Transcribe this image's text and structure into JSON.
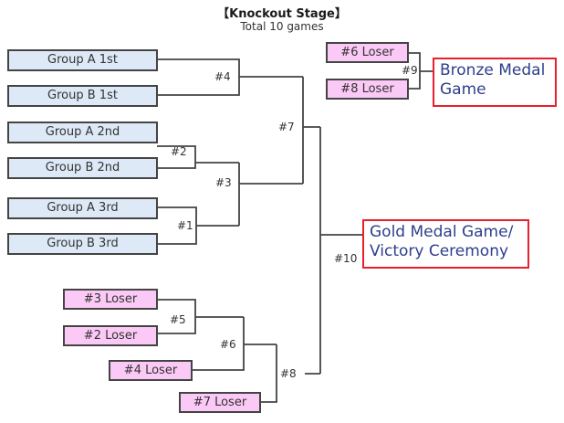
{
  "header": {
    "title": "【Knockout Stage】",
    "subtitle": "Total 10 games"
  },
  "teams": {
    "group_a_1st": "Group A 1st",
    "group_b_1st": "Group B 1st",
    "group_a_2nd": "Group A 2nd",
    "group_b_2nd": "Group B 2nd",
    "group_a_3rd": "Group A 3rd",
    "group_b_3rd": "Group B 3rd"
  },
  "losers": {
    "loser_3": "#3 Loser",
    "loser_2": "#2 Loser",
    "loser_4": "#4 Loser",
    "loser_7": "#7 Loser",
    "loser_6": "#6 Loser",
    "loser_8": "#8 Loser"
  },
  "games": {
    "g1": "#1",
    "g2": "#2",
    "g3": "#3",
    "g4": "#4",
    "g5": "#5",
    "g6": "#6",
    "g7": "#7",
    "g8": "#8",
    "g9": "#9",
    "g10": "#10"
  },
  "finals": {
    "bronze_line1": "Bronze Medal",
    "bronze_line2": "Game",
    "gold_line1": "Gold Medal Game/",
    "gold_line2": "Victory Ceremony"
  },
  "colors": {
    "team_box": "#dde9f6",
    "loser_box": "#fbc9f5",
    "final_border": "#e8202b",
    "final_text": "#2d3f8c"
  }
}
